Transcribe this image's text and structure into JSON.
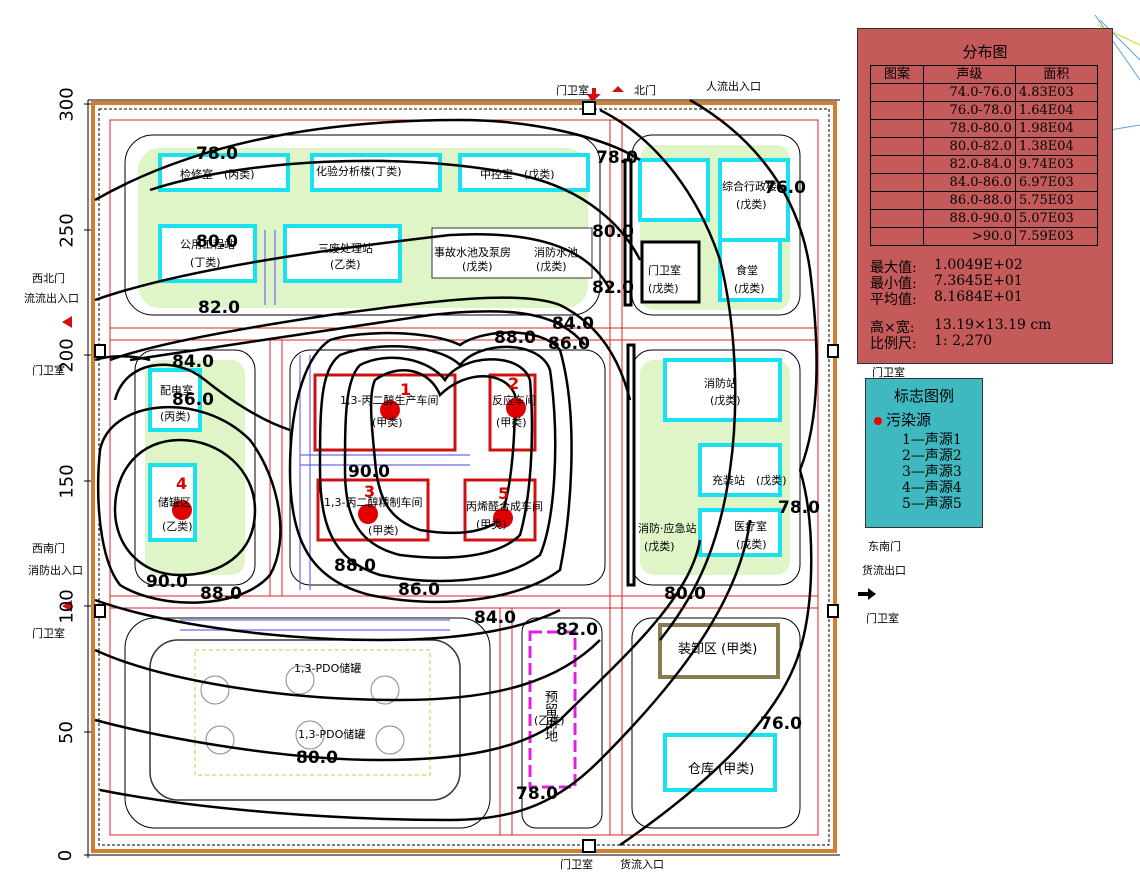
{
  "y_axis": {
    "ticks": [
      "300",
      "250",
      "200",
      "150",
      "100",
      "50",
      "0"
    ]
  },
  "gates": {
    "north_gate": "北门",
    "north_guard": "门卫室",
    "north_people_entry": "人流出入口",
    "northwest_gate": "西北门",
    "northwest_entry": "流流出入口",
    "west_guard_1": "门卫室",
    "southwest_gate": "西南门",
    "southwest_entry": "消防出入口",
    "west_guard_2": "门卫室",
    "east_gate": "东南门",
    "east_entry": "货流出口",
    "east_guard": "门卫室",
    "east_guard_top": "门卫室",
    "south_guard": "门卫室",
    "south_entry": "货流入口"
  },
  "buildings": {
    "maintenance": "检修室　(丙类)",
    "analysis": "化验分析楼(丁类)",
    "control": "中控室　(戊类)",
    "utility": "公用工程站",
    "utility_class": "(丁类)",
    "wastewater": "三废处理站",
    "wastewater_class": "(乙类)",
    "pump": "事故水池及泵房",
    "pump_class": "(戊类)",
    "fire_pool": "消防水池",
    "fire_pool_class": "(戊类)",
    "bldg_a": "1,3-丙二醇生产车间",
    "bldg_a_class": "(甲类)",
    "bldg_b": "反应车间",
    "bldg_b_class": "(甲类)",
    "bldg_c": "1,3-丙二醇精制车间",
    "bldg_c_class": "(甲类)",
    "bldg_d": "丙烯醛合成车间",
    "bldg_d_class": "(甲类)",
    "changing": "配电室",
    "changing_class": "(丙类)",
    "tank": "储罐区",
    "tank_class": "(乙类)",
    "fire_station": "消防站",
    "fire_station_class": "(戊类)",
    "charging": "充装站　(戊类)",
    "clinic": "医疗室",
    "clinic_class": "(戊类)",
    "fire_emergency": "消防·应急站",
    "fire_emergency_class": "(戊类)",
    "guard": "门卫室",
    "guard_class": "(戊类)",
    "office": "综合行政楼",
    "office_class": "(戊类)",
    "canteen": "食堂",
    "canteen_class": "(戊类)",
    "loading": "装卸区 (甲类)",
    "warehouse": "仓库 (甲类)",
    "reserve": "预留用地",
    "reserve_class": "(乙类)",
    "tankfarm_1": "1,3-PDO储罐",
    "tankfarm_2": "1,3-PDO储罐"
  },
  "contour_labels": [
    "78.0",
    "80.0",
    "82.0",
    "84.0",
    "86.0",
    "88.0",
    "90.0",
    "76.0",
    "78.0",
    "80.0",
    "82.0",
    "84.0",
    "86.0",
    "88.0",
    "90.0",
    "88.0",
    "86.0",
    "84.0",
    "82.0",
    "80.0",
    "80.0",
    "78.0",
    "76.0",
    "78.0"
  ],
  "sources_marked": [
    "1",
    "2",
    "3",
    "4",
    "5"
  ],
  "distribution": {
    "title": "分布图",
    "headers": [
      "图案",
      "声级",
      "面积"
    ],
    "rows": [
      {
        "level": "74.0-76.0",
        "area": "4.83E03"
      },
      {
        "level": "76.0-78.0",
        "area": "1.64E04"
      },
      {
        "level": "78.0-80.0",
        "area": "1.98E04"
      },
      {
        "level": "80.0-82.0",
        "area": "1.38E04"
      },
      {
        "level": "82.0-84.0",
        "area": "9.74E03"
      },
      {
        "level": "84.0-86.0",
        "area": "6.97E03"
      },
      {
        "level": "86.0-88.0",
        "area": "5.75E03"
      },
      {
        "level": "88.0-90.0",
        "area": "5.07E03"
      },
      {
        "level": ">90.0",
        "area": "7.59E03"
      }
    ],
    "max_label": "最大值:",
    "max_value": "1.0049E+02",
    "min_label": "最小值:",
    "min_value": "7.3645E+01",
    "avg_label": "平均值:",
    "avg_value": "8.1684E+01",
    "size_label": "高×宽:",
    "size_value": "13.19×13.19 cm",
    "scale_label": "比例尺:",
    "scale_value": "1: 2,270"
  },
  "legend": {
    "title": "标志图例",
    "kind": "污染源",
    "items": [
      "1—声源1",
      "2—声源2",
      "3—声源3",
      "4—声源4",
      "5—声源5"
    ]
  },
  "colors": {
    "contour": "#000000",
    "source": "#e00000",
    "cyan": "#19e1f0",
    "dist_bg": "#c45a5a",
    "legend_bg": "#40b8c0"
  }
}
